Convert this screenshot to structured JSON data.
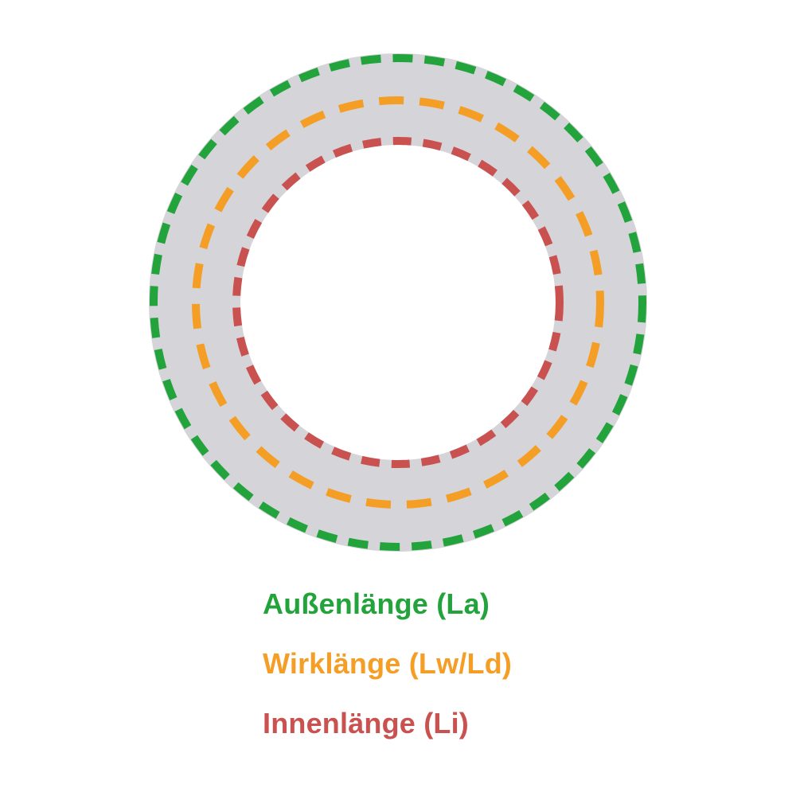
{
  "diagram": {
    "ring_color": "#D4D4D9",
    "lengths": [
      {
        "id": "outer",
        "label": "Außenlänge (La)",
        "color": "#23A33B"
      },
      {
        "id": "middle",
        "label": "Wirklänge (Lw/Ld)",
        "color": "#F59E26"
      },
      {
        "id": "inner",
        "label": "Innenlänge (Li)",
        "color": "#C95250"
      }
    ]
  }
}
